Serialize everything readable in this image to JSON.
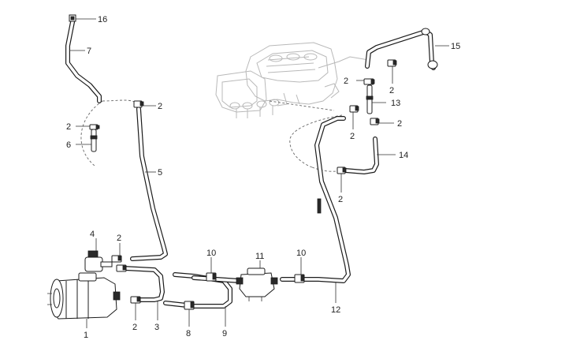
{
  "callouts": [
    {
      "id": "c16",
      "text": "16"
    },
    {
      "id": "c7",
      "text": "7"
    },
    {
      "id": "c2a",
      "text": "2"
    },
    {
      "id": "c2b",
      "text": "2"
    },
    {
      "id": "c6",
      "text": "6"
    },
    {
      "id": "c5",
      "text": "5"
    },
    {
      "id": "c4",
      "text": "4"
    },
    {
      "id": "c2c",
      "text": "2"
    },
    {
      "id": "c1",
      "text": "1"
    },
    {
      "id": "c2d",
      "text": "2"
    },
    {
      "id": "c3",
      "text": "3"
    },
    {
      "id": "c8",
      "text": "8"
    },
    {
      "id": "c9",
      "text": "9"
    },
    {
      "id": "c10a",
      "text": "10"
    },
    {
      "id": "c11",
      "text": "11"
    },
    {
      "id": "c10b",
      "text": "10"
    },
    {
      "id": "c12",
      "text": "12"
    },
    {
      "id": "c15",
      "text": "15"
    },
    {
      "id": "c2e",
      "text": "2"
    },
    {
      "id": "c2f",
      "text": "2"
    },
    {
      "id": "c13",
      "text": "13"
    },
    {
      "id": "c2g",
      "text": "2"
    },
    {
      "id": "c2h",
      "text": "2"
    },
    {
      "id": "c14",
      "text": "14"
    },
    {
      "id": "c2i",
      "text": "2"
    }
  ]
}
